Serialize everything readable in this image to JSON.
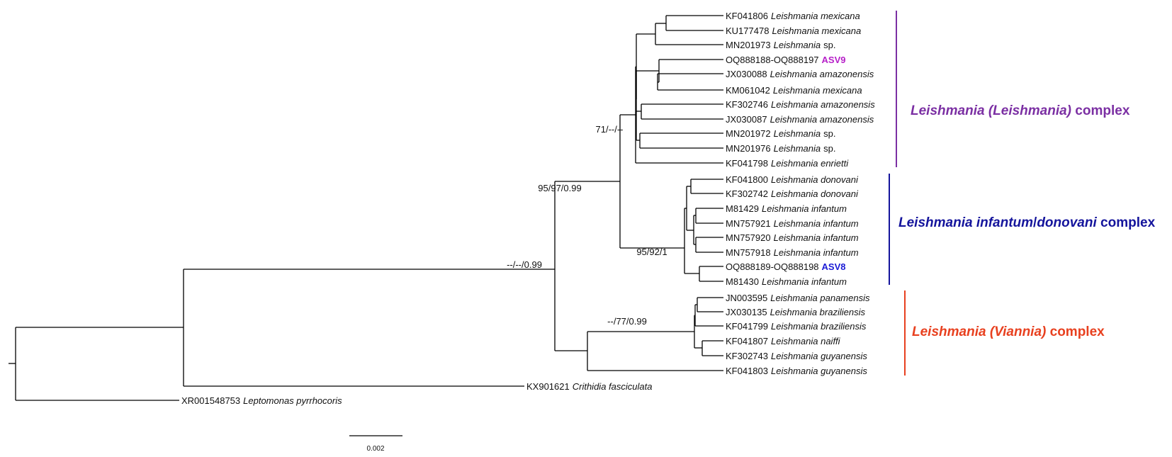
{
  "colors": {
    "leishmania": "#7b2fa3",
    "infantum": "#14149c",
    "viannia": "#e8401f",
    "asv9": "#b61fc8",
    "asv8": "#1a1ad6"
  },
  "taxa": [
    {
      "acc": "KF041806",
      "sp": "Leishmania mexicana"
    },
    {
      "acc": "KU177478",
      "sp": "Leishmania mexicana"
    },
    {
      "acc": "MN201973",
      "sp": "Leishmania",
      "sp_suffix": "sp."
    },
    {
      "acc": "OQ888188-OQ888197",
      "asv": "ASV9",
      "asv_color": "asv9"
    },
    {
      "acc": "JX030088",
      "sp": "Leishmania amazonensis"
    },
    {
      "acc": "KM061042",
      "sp": "Leishmania mexicana"
    },
    {
      "acc": "KF302746",
      "sp": "Leishmania amazonensis"
    },
    {
      "acc": "JX030087",
      "sp": "Leishmania amazonensis"
    },
    {
      "acc": "MN201972",
      "sp": "Leishmania",
      "sp_suffix": "sp."
    },
    {
      "acc": "MN201976",
      "sp": "Leishmania",
      "sp_suffix": "sp."
    },
    {
      "acc": "KF041798",
      "sp": "Leishmania enrietti"
    },
    {
      "acc": "KF041800",
      "sp": "Leishmania donovani"
    },
    {
      "acc": "KF302742",
      "sp": "Leishmania donovani"
    },
    {
      "acc": "M81429",
      "sp": "Leishmania infantum"
    },
    {
      "acc": "MN757921",
      "sp": "Leishmania infantum"
    },
    {
      "acc": "MN757920",
      "sp": "Leishmania infantum"
    },
    {
      "acc": "MN757918",
      "sp": "Leishmania infantum"
    },
    {
      "acc": "OQ888189-OQ888198",
      "asv": "ASV8",
      "asv_color": "asv8"
    },
    {
      "acc": "M81430",
      "sp": "Leishmania infantum"
    },
    {
      "acc": "JN003595",
      "sp": "Leishmania panamensis"
    },
    {
      "acc": "JX030135",
      "sp": "Leishmania braziliensis"
    },
    {
      "acc": "KF041799",
      "sp": "Leishmania braziliensis"
    },
    {
      "acc": "KF041807",
      "sp": "Leishmania naiffi"
    },
    {
      "acc": "KF302743",
      "sp": "Leishmania guyanensis"
    },
    {
      "acc": "KF041803",
      "sp": "Leishmania guyanensis"
    },
    {
      "acc": "KX901621",
      "sp": "Crithidia fasciculata"
    },
    {
      "acc": "XR001548753",
      "sp": "Leptomonas pyrrhocoris"
    }
  ],
  "support": [
    {
      "node": "leish",
      "label": "71/--/--"
    },
    {
      "node": "leish_donovani",
      "label": "95/97/0.99"
    },
    {
      "node": "infantum",
      "label": "95/92/1"
    },
    {
      "node": "genus",
      "label": "--/--/0.99"
    },
    {
      "node": "viannia",
      "label": "--/77/0.99"
    }
  ],
  "clades": [
    {
      "id": "leishmania",
      "color": "leishmania",
      "parts": [
        {
          "t": "Leishmania (Leishmania)",
          "i": true
        },
        {
          "t": " complex",
          "i": false
        }
      ]
    },
    {
      "id": "infantum",
      "color": "infantum",
      "parts": [
        {
          "t": "Leishmania infantum",
          "i": true
        },
        {
          "t": "/",
          "i": false
        },
        {
          "t": "donovani",
          "i": true
        },
        {
          "t": " complex",
          "i": false
        }
      ]
    },
    {
      "id": "viannia",
      "color": "viannia",
      "parts": [
        {
          "t": "Leishmania (Viannia)",
          "i": true
        },
        {
          "t": " complex",
          "i": false
        }
      ]
    }
  ],
  "scale_bar": {
    "label": "0.002"
  }
}
